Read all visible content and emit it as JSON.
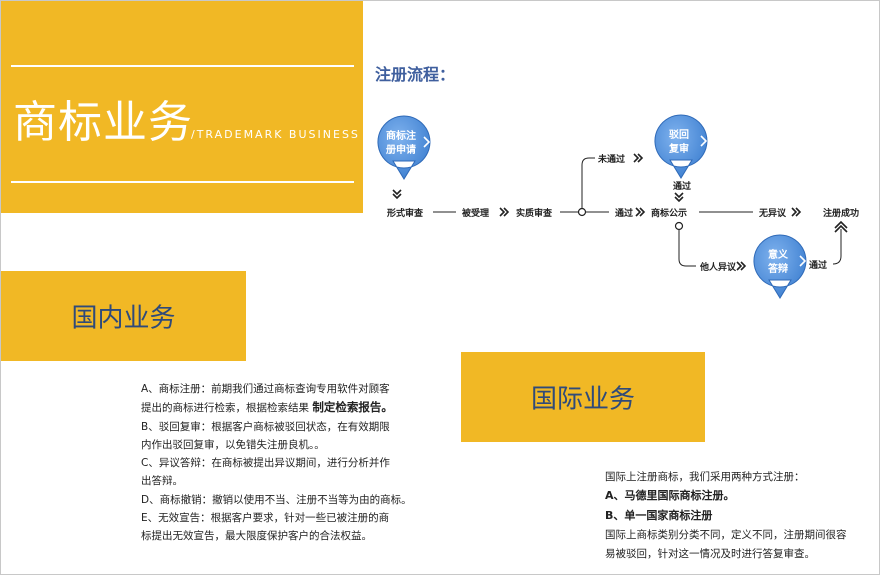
{
  "hero": {
    "title": "商标业务",
    "subtitle": "/TRADEMARK BUSINESS"
  },
  "flow": {
    "title": "注册流程：",
    "bubbles": {
      "apply": [
        "商标注",
        "册申请"
      ],
      "reexam": [
        "驳回",
        "复审"
      ],
      "objection": [
        "意义",
        "答辩"
      ]
    },
    "nodes": {
      "formal_review": "形式审查",
      "accepted": "被受理",
      "substantive_review": "实质审查",
      "not_passed": "未通过",
      "passed_main": "通过",
      "passed_reexam": "通过",
      "announcement": "商标公示",
      "no_objection": "无异议",
      "success": "注册成功",
      "third_party_objection": "他人异议",
      "passed_objection": "通过"
    }
  },
  "domestic": {
    "title": "国内业务",
    "items": [
      {
        "lines": [
          "A、商标注册：前期我们通过商标查询专用软件对顾客",
          "提出的商标进行检索，根据检索结果 "
        ],
        "emphasis": "制定检索报告。"
      },
      {
        "lines": [
          "B、驳回复审：根据客户商标被驳回状态，在有效期限",
          "内作出驳回复审，以免错失注册良机。。"
        ]
      },
      {
        "lines": [
          "C、异议答辩：在商标被提出异议期间，进行分析并作",
          "出答辩。"
        ]
      },
      {
        "lines": [
          "D、商标撤销：撤销以使用不当、注册不当等为由的商标。"
        ]
      },
      {
        "lines": [
          "E、无效宣告：根据客户要求，针对一些已被注册的商",
          "标提出无效宣告，最大限度保护客户的合法权益。"
        ]
      }
    ]
  },
  "international": {
    "title": "国际业务",
    "intro": "国际上注册商标，我们采用两种方式注册：",
    "option_a": "A、马德里国际商标注册。",
    "option_b": "B、单一国家商标注册",
    "note_lines": [
      "国际上商标类别分类不同，定义不同，注册期间很容",
      "易被驳回，针对这一情况及时进行答复审查。"
    ]
  },
  "colors": {
    "accent_yellow": "#f1b825",
    "title_blue": "#3f5f9e",
    "bubble_blue": "#4f8fd9",
    "flow_dark": "#222222"
  }
}
